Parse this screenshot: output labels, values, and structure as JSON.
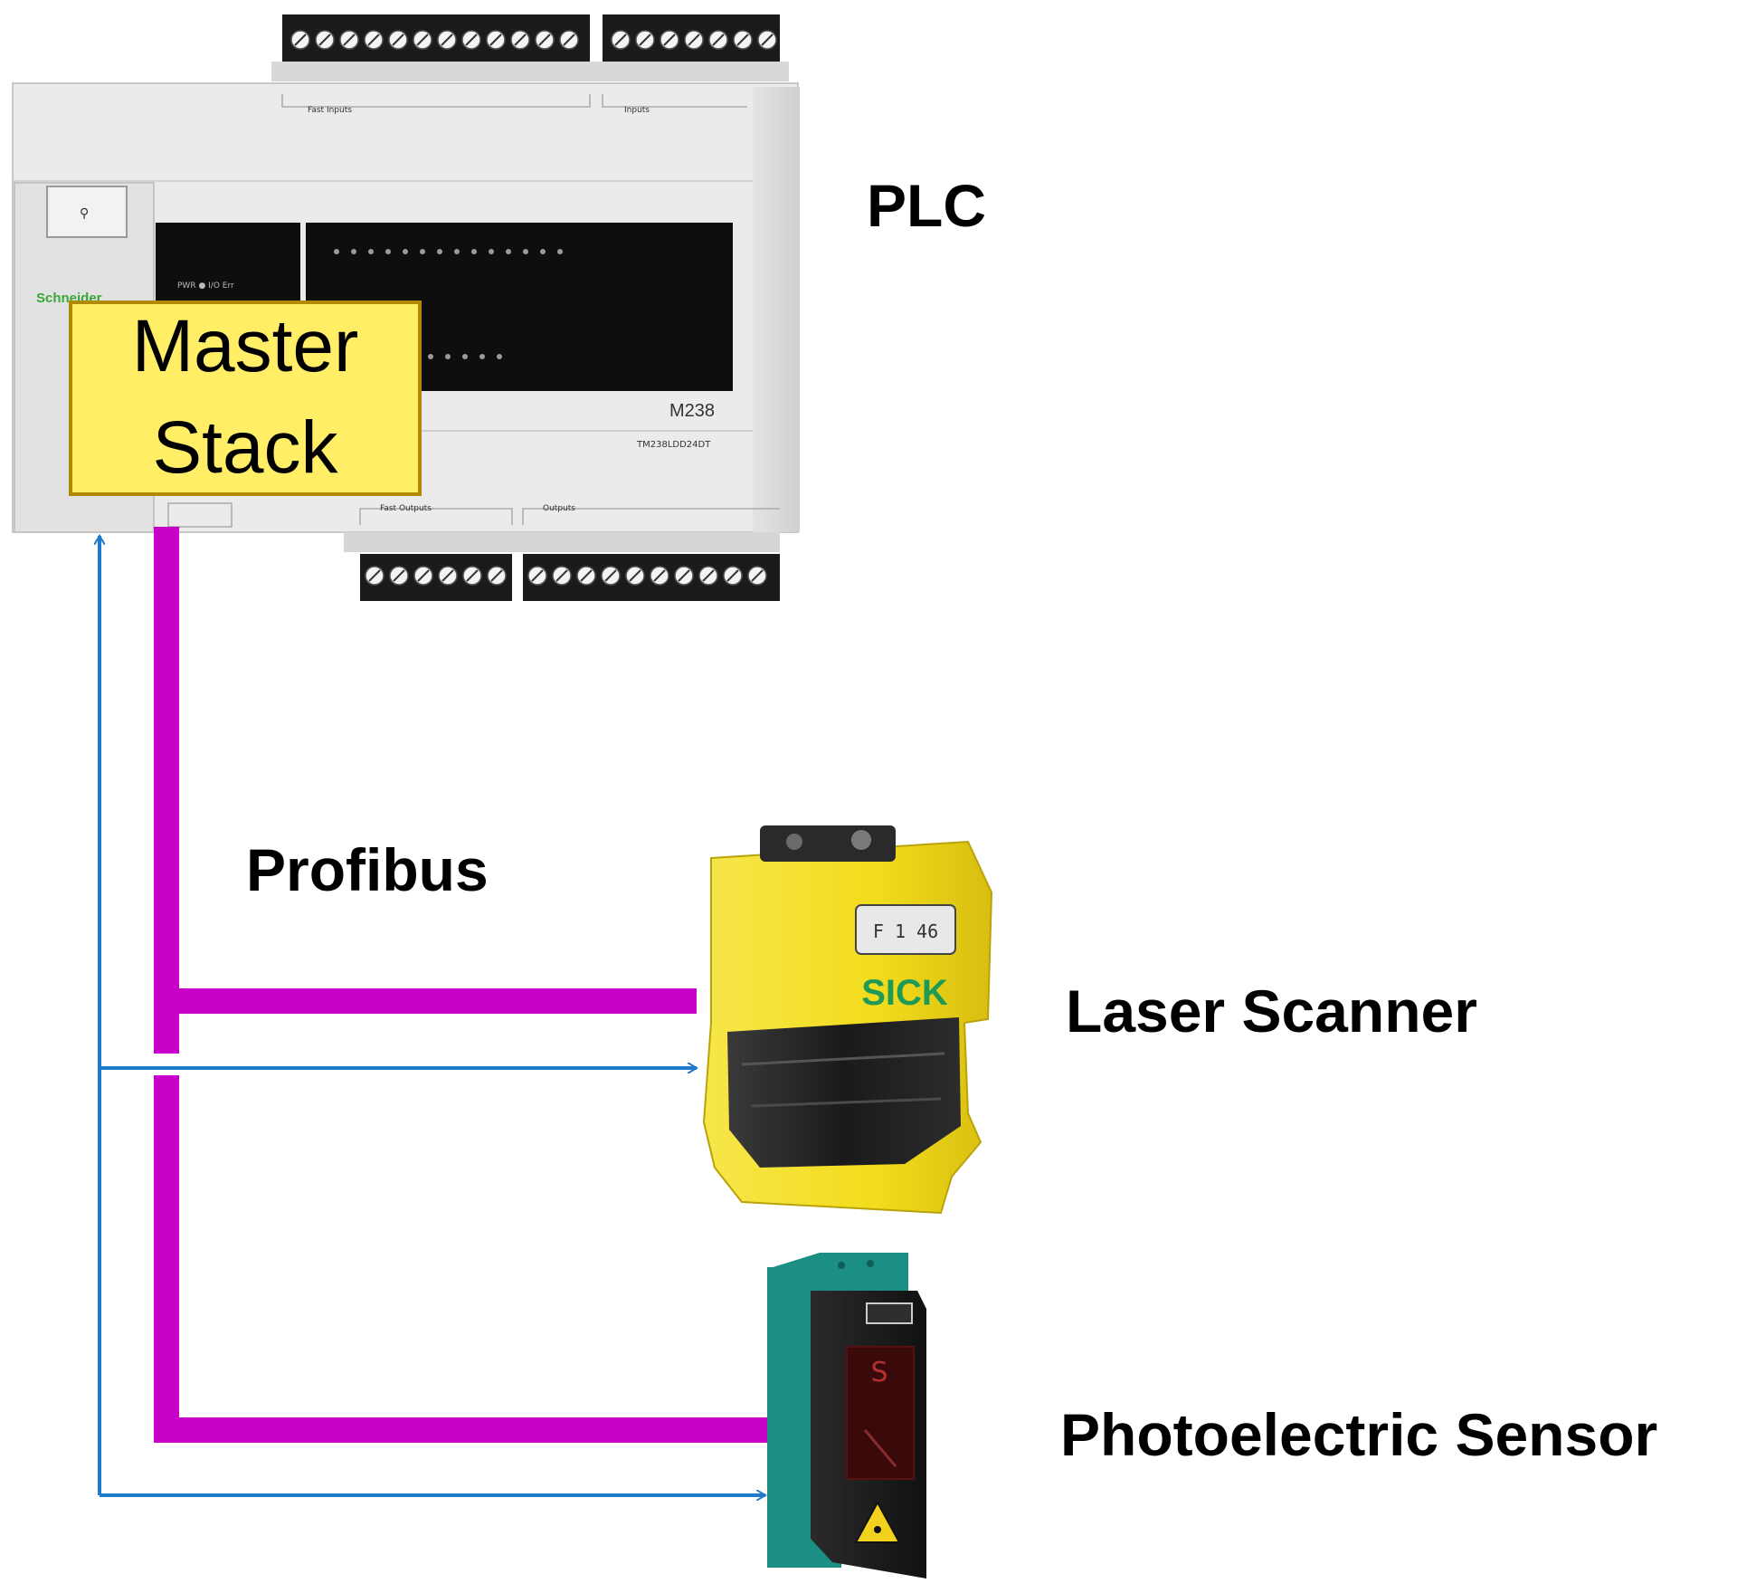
{
  "labels": {
    "plc": "PLC",
    "profibus": "Profibus",
    "laser_scanner": "Laser Scanner",
    "photoelectric_sensor": "Photoelectric Sensor"
  },
  "master_stack": {
    "line1": "Master",
    "line2": "Stack"
  },
  "plc_device": {
    "model": "M238",
    "part_number": "TM238LDD24DT",
    "brand": "Schneider Electric",
    "input_group_labels": [
      "Fast Inputs",
      "Inputs"
    ],
    "output_group_labels": [
      "Fast Outputs",
      "Outputs"
    ]
  },
  "laser_scanner_device": {
    "brand": "SICK"
  },
  "colors": {
    "profibus_line": "#c800c8",
    "signal_arrow": "#1f7acc",
    "master_stack_fill": "#ffee66",
    "master_stack_border": "#b08a00",
    "plc_body": "#ececec",
    "plc_display": "#0e0e0e",
    "scanner_yellow": "#f2dc1c",
    "sensor_green": "#1b8f84",
    "sensor_body": "#1c1c1c"
  }
}
